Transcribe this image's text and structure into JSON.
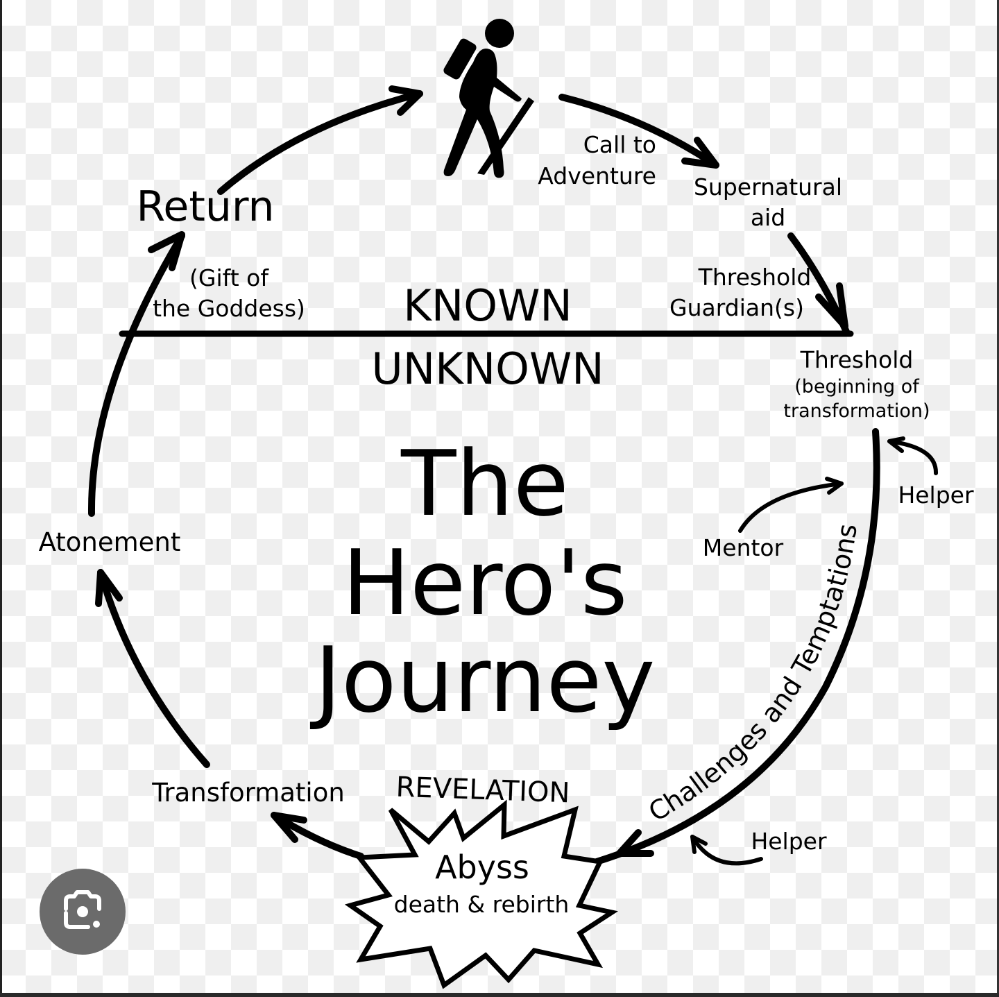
{
  "diagram": {
    "title_lines": [
      "The",
      "Hero's",
      "Journey"
    ],
    "divider": {
      "upper_label": "KNOWN",
      "lower_label": "UNKNOWN"
    },
    "hero_icon": "hiker-icon",
    "stages": {
      "call_to_adventure": [
        "Call to",
        "Adventure"
      ],
      "supernatural_aid": [
        "Supernatural",
        "aid"
      ],
      "threshold_guardians": [
        "Threshold",
        "Guardian(s)"
      ],
      "threshold": [
        "Threshold",
        "(beginning of",
        "transformation)"
      ],
      "challenges": "Challenges and Temptations",
      "mentor": "Mentor",
      "helper_top": "Helper",
      "helper_bottom": "Helper",
      "revelation": "REVELATION",
      "abyss": "Abyss",
      "abyss_sub": "death & rebirth",
      "transformation": "Transformation",
      "atonement": "Atonement",
      "return": "Return",
      "gift": [
        "(Gift of",
        "the Goddess)"
      ]
    }
  },
  "overlay": {
    "lens_button_icon": "google-lens-icon"
  }
}
